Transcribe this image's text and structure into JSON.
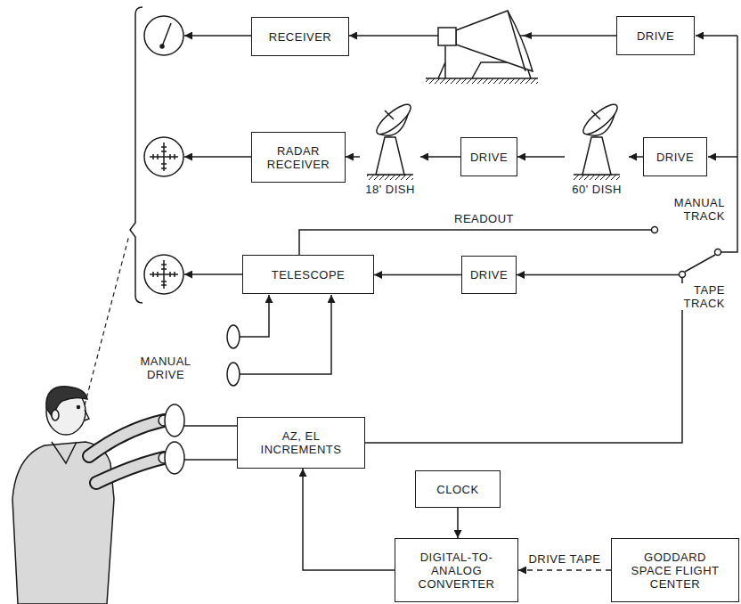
{
  "diagram": {
    "nodes": [
      {
        "text": [
          "RECEIVER"
        ]
      },
      {
        "text": [
          "DRIVE"
        ]
      },
      {
        "text": [
          "RADAR RECEIVER"
        ]
      },
      {
        "text": [
          "18' DISH"
        ]
      },
      {
        "text": [
          "DRIVE"
        ]
      },
      {
        "text": [
          "60' DISH"
        ]
      },
      {
        "text": [
          "DRIVE"
        ]
      },
      {
        "text": [
          "TELESCOPE"
        ]
      },
      {
        "text": [
          "DRIVE"
        ]
      },
      {
        "text": [
          "AZ, EL INCREMENTS"
        ]
      },
      {
        "text": [
          "CLOCK"
        ]
      },
      {
        "text": [
          "DIGITAL-TO-ANALOG CONVERTER"
        ]
      },
      {
        "text": [
          "GODDARD SPACE FLIGHT CENTER"
        ]
      }
    ],
    "edges": [
      {
        "from": 1,
        "to": 0,
        "arrow": "to"
      },
      {
        "from": 6,
        "to": 5,
        "arrow": "to"
      },
      {
        "from": 5,
        "to": 4,
        "arrow": "to"
      },
      {
        "from": 4,
        "to": 3,
        "arrow": "to"
      },
      {
        "from": 3,
        "to": 2,
        "arrow": "to"
      },
      {
        "from": 8,
        "to": 7,
        "arrow": "to"
      },
      {
        "from": 9,
        "to": 8,
        "arrow": "to"
      },
      {
        "from": 10,
        "to": 11,
        "arrow": "to"
      },
      {
        "from": 11,
        "to": 9,
        "arrow": "to"
      },
      {
        "from": 12,
        "to": 11,
        "label": "DRIVE TAPE",
        "arrow": "to"
      }
    ],
    "labels": [
      "READOUT",
      "MANUAL TRACK",
      "TAPE TRACK",
      "MANUAL DRIVE"
    ]
  }
}
